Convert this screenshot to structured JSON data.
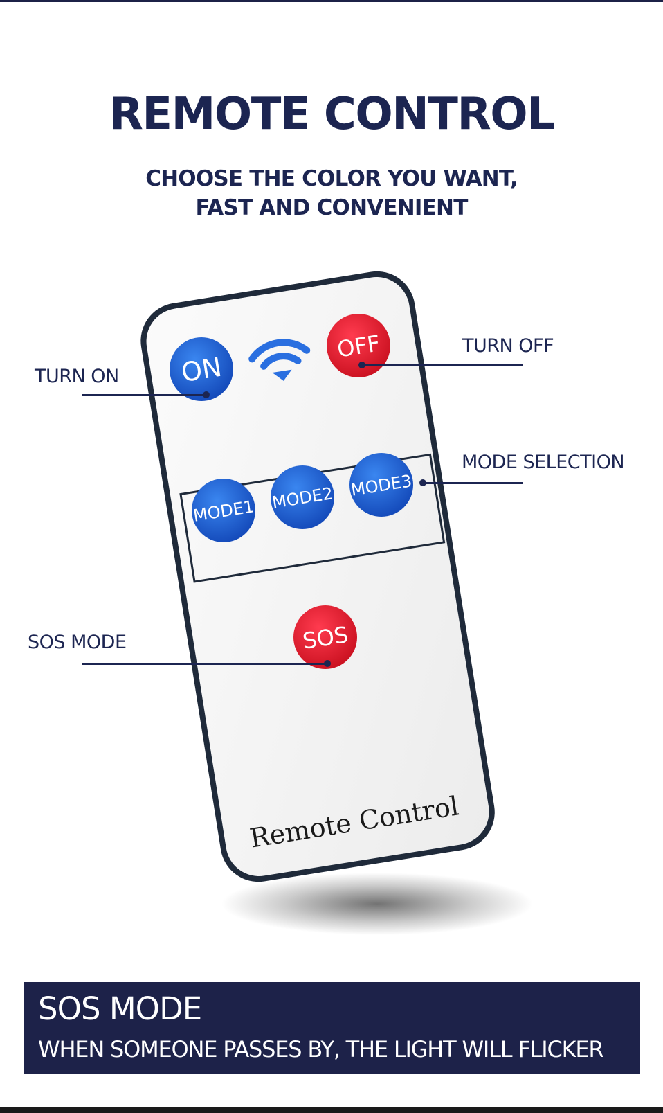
{
  "header": {
    "title": "REMOTE CONTROL",
    "subtitle_line1": "CHOOSE THE COLOR YOU WANT,",
    "subtitle_line2": "FAST AND CONVENIENT"
  },
  "remote": {
    "on_button": "ON",
    "off_button": "OFF",
    "mode_buttons": [
      "MODE1",
      "MODE2",
      "MODE3"
    ],
    "sos_button": "SOS",
    "brand_text": "Remote Control",
    "icon": "wifi-signal-icon"
  },
  "callouts": {
    "turn_on": "TURN ON",
    "turn_off": "TURN OFF",
    "mode_selection": "MODE SELECTION",
    "sos_mode": "SOS MODE"
  },
  "banner": {
    "title": "SOS MODE",
    "description": "WHEN SOMEONE PASSES BY, THE LIGHT WILL FLICKER"
  },
  "colors": {
    "navy": "#1c2551",
    "banner_bg": "#1d2249",
    "blue_button": "#1f5fd6",
    "red_button": "#e0182f"
  }
}
